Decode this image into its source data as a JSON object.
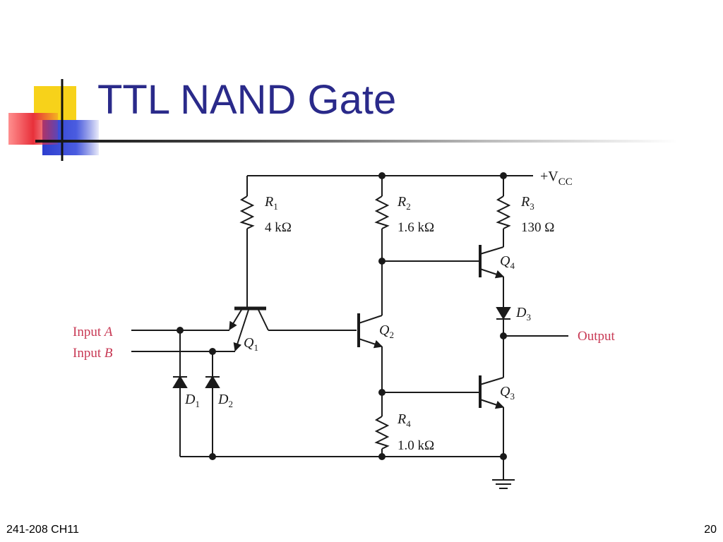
{
  "slide": {
    "title": "TTL NAND Gate",
    "footer_left": "241-208 CH11",
    "page_number": "20"
  },
  "colors": {
    "title": "#2a2a8a",
    "label_red": "#c83a55",
    "logo_yellow": "#f7d21a",
    "logo_red": "#e8303a",
    "logo_blue": "#2d3ecf"
  },
  "circuit": {
    "vcc": {
      "prefix": "+V",
      "sub": "CC"
    },
    "inputs": {
      "a_prefix": "Input ",
      "a": "A",
      "b_prefix": "Input ",
      "b": "B"
    },
    "output": "Output",
    "r1": {
      "name": "R",
      "sub": "1",
      "value": "4 kΩ"
    },
    "r2": {
      "name": "R",
      "sub": "2",
      "value": "1.6 kΩ"
    },
    "r3": {
      "name": "R",
      "sub": "3",
      "value": "130 Ω"
    },
    "r4": {
      "name": "R",
      "sub": "4",
      "value": "1.0 kΩ"
    },
    "q1": {
      "name": "Q",
      "sub": "1"
    },
    "q2": {
      "name": "Q",
      "sub": "2"
    },
    "q3": {
      "name": "Q",
      "sub": "3"
    },
    "q4": {
      "name": "Q",
      "sub": "4"
    },
    "d1": {
      "name": "D",
      "sub": "1"
    },
    "d2": {
      "name": "D",
      "sub": "2"
    },
    "d3": {
      "name": "D",
      "sub": "3"
    }
  }
}
